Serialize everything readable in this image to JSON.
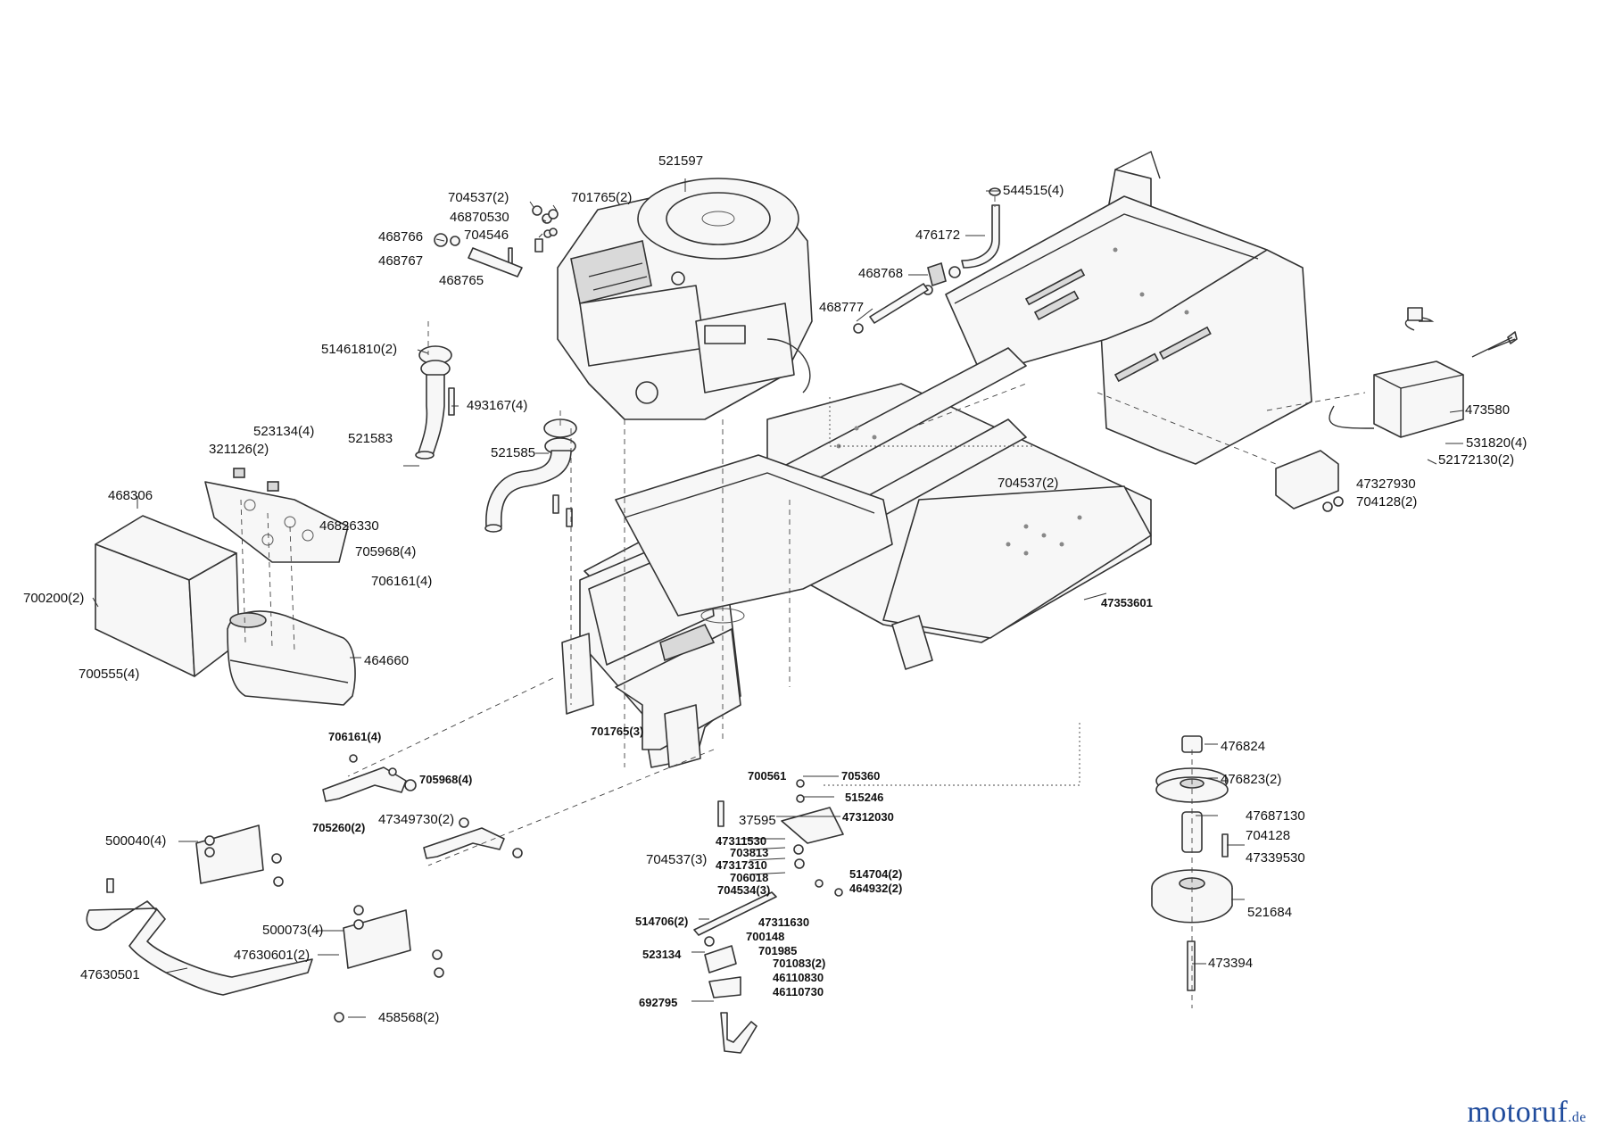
{
  "labels": {
    "p521597": "521597",
    "p704537_2": "704537(2)",
    "p701765_2": "701765(2)",
    "p46870530": "46870530",
    "p704546": "704546",
    "p468766": "468766",
    "p468767": "468767",
    "p468765": "468765",
    "p544515_4": "544515(4)",
    "p476172": "476172",
    "p468768": "468768",
    "p468777": "468777",
    "p51461810_2": "51461810(2)",
    "p493167_4": "493167(4)",
    "p521583": "521583",
    "p521585": "521585",
    "p523134_4": "523134(4)",
    "p321126_2": "321126(2)",
    "p468306": "468306",
    "p46826330": "46826330",
    "p705968_4a": "705968(4)",
    "p706161_4a": "706161(4)",
    "p700200_2": "700200(2)",
    "p464660": "464660",
    "p700555_4": "700555(4)",
    "p473580": "473580",
    "p531820_4": "531820(4)",
    "p52172130_2": "52172130(2)",
    "p47327930": "47327930",
    "p704128_2": "704128(2)",
    "p704537_2b": "704537(2)",
    "p47353601": "47353601",
    "p701765_3": "701765(3)",
    "p706161_4b": "706161(4)",
    "p705968_4b": "705968(4)",
    "p47349730_2": "47349730(2)",
    "p705260_2": "705260(2)",
    "p500040_4": "500040(4)",
    "p500073_4": "500073(4)",
    "p47630601_2": "47630601(2)",
    "p47630501": "47630501",
    "p458568_2": "458568(2)",
    "p700561": "700561",
    "p705360": "705360",
    "p515246": "515246",
    "p37595": "37595",
    "p47312030": "47312030",
    "p47311530": "47311530",
    "p703813": "703813",
    "p704537_3": "704537(3)",
    "p47317310": "47317310",
    "p706018": "706018",
    "p514704_2": "514704(2)",
    "p704534_3": "704534(3)",
    "p464932_2": "464932(2)",
    "p514706_2": "514706(2)",
    "p47311630": "47311630",
    "p700148": "700148",
    "p523134": "523134",
    "p701985": "701985",
    "p701083_2": "701083(2)",
    "p46110830": "46110830",
    "p46110730": "46110730",
    "p692795": "692795",
    "p476824": "476824",
    "p476823_2": "476823(2)",
    "p47687130": "47687130",
    "p704128": "704128",
    "p47339530": "47339530",
    "p521684": "521684",
    "p473394": "473394"
  },
  "watermark": {
    "brand": "motoruf",
    "tld": ".de",
    "color": "#1f4b9c"
  }
}
